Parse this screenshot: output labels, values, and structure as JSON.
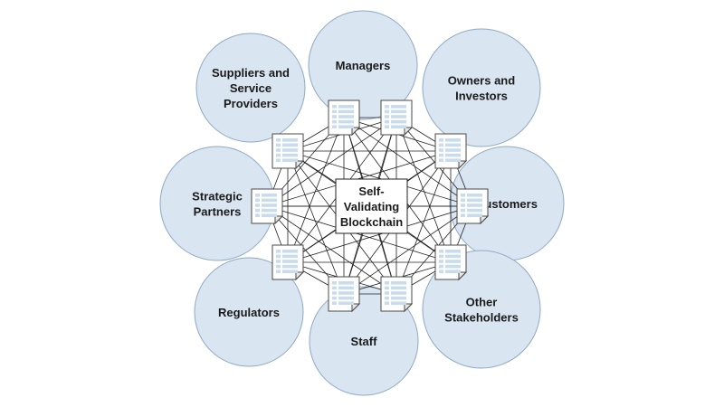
{
  "center": {
    "lines": [
      "Self-",
      "Validating",
      "Blockchain"
    ]
  },
  "stakeholders": [
    {
      "id": "managers",
      "lines": [
        "Managers"
      ]
    },
    {
      "id": "owners-investors",
      "lines": [
        "Owners and",
        "Investors"
      ]
    },
    {
      "id": "customers",
      "lines": [
        "Customers"
      ]
    },
    {
      "id": "other-stakeholders",
      "lines": [
        "Other",
        "Stakeholders"
      ]
    },
    {
      "id": "staff",
      "lines": [
        "Staff"
      ]
    },
    {
      "id": "regulators",
      "lines": [
        "Regulators"
      ]
    },
    {
      "id": "strategic-partners",
      "lines": [
        "Strategic",
        "Partners"
      ]
    },
    {
      "id": "suppliers-service-providers",
      "lines": [
        "Suppliers and",
        "Service",
        "Providers"
      ]
    }
  ],
  "ledger_count": 10,
  "colors": {
    "circle_fill": "#d9e5f1",
    "circle_stroke": "#8fa9c4",
    "ledger_cell": "#c9dcec",
    "mesh_line": "#222222"
  }
}
